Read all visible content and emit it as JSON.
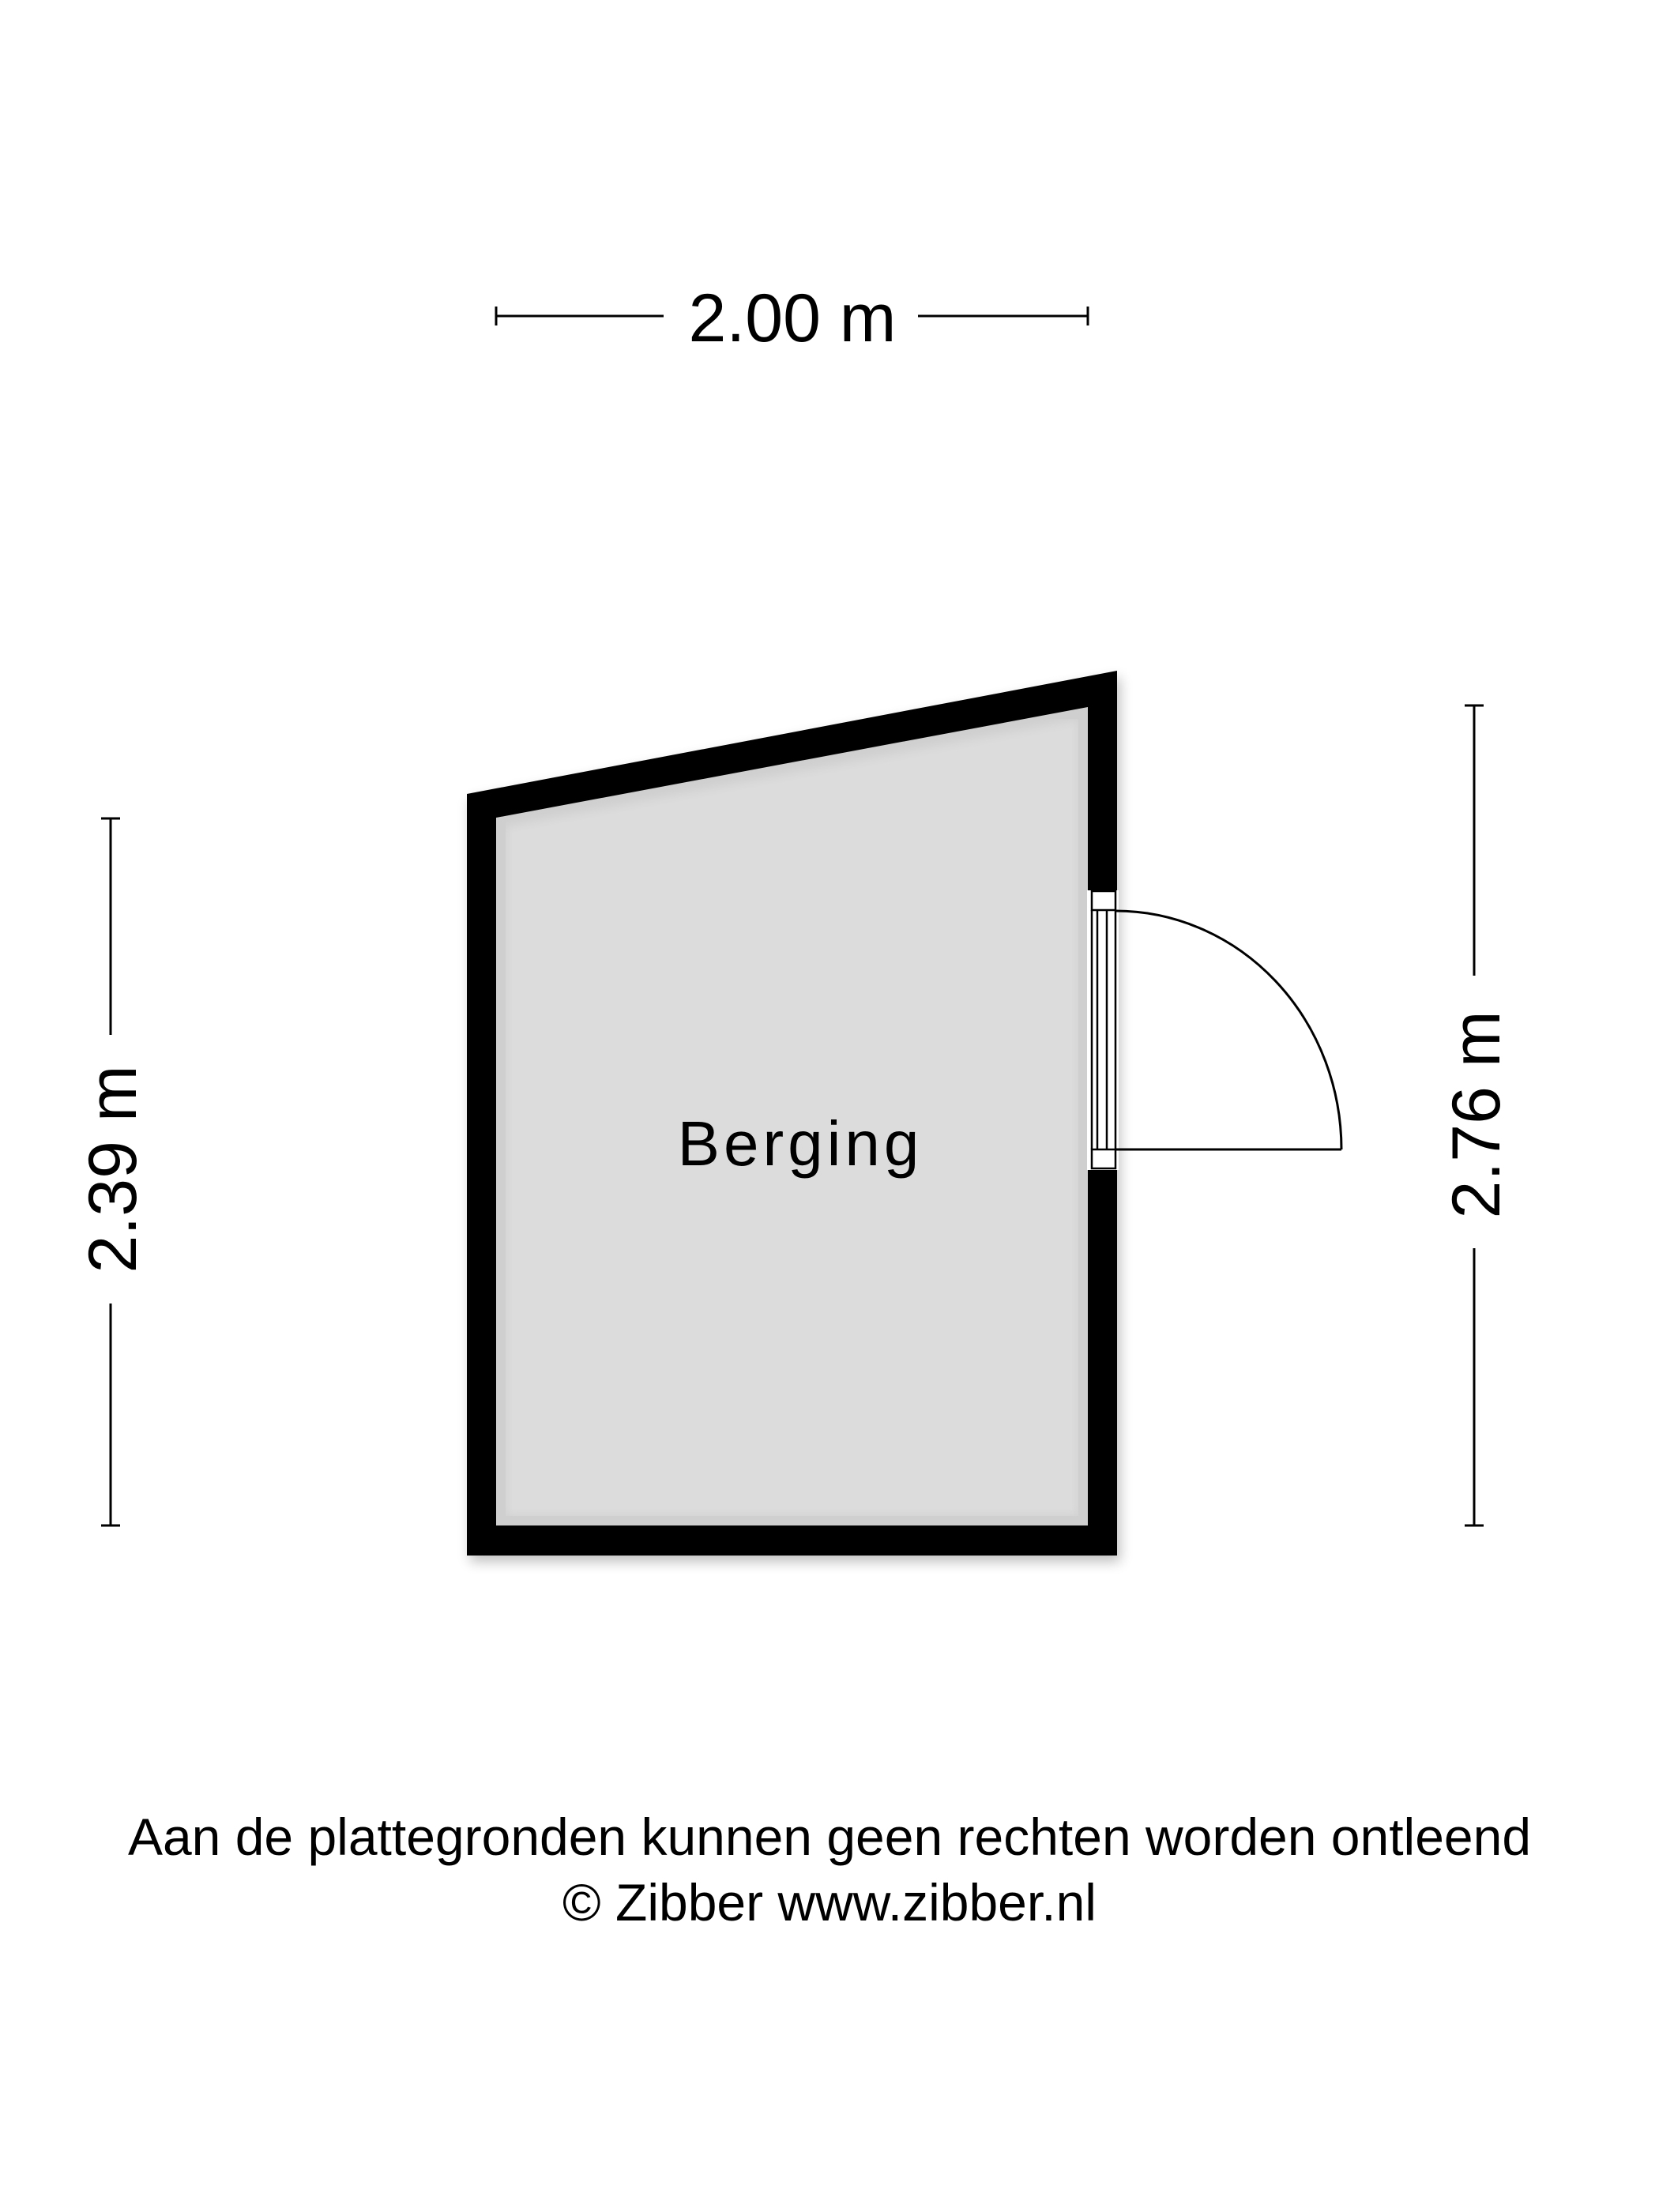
{
  "floorplan": {
    "rooms": [
      {
        "name": "Berging"
      }
    ],
    "dimensions": {
      "top": {
        "label": "2.00 m"
      },
      "left": {
        "label": "2.39 m"
      },
      "right": {
        "label": "2.76 m"
      }
    },
    "colors": {
      "wall": "#000000",
      "floor": "#dcdcdc",
      "background": "#ffffff"
    }
  },
  "footer": {
    "disclaimer": "Aan de plattegronden kunnen geen rechten worden ontleend",
    "copyright": "© Zibber www.zibber.nl"
  }
}
